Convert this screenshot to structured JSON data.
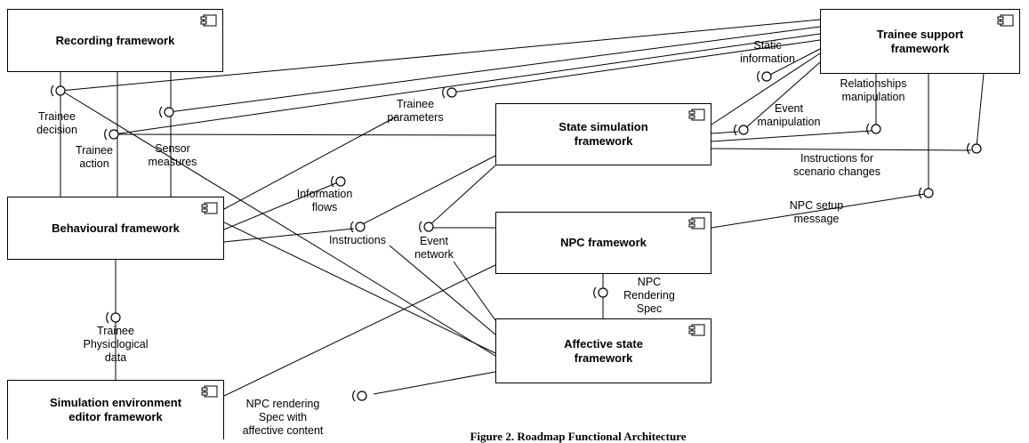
{
  "components": {
    "recording": {
      "label": "Recording framework"
    },
    "trainee_support": {
      "label_line1": "Trainee support",
      "label_line2": "framework"
    },
    "state_simulation": {
      "label_line1": "State simulation",
      "label_line2": "framework"
    },
    "behavioural": {
      "label": "Behavioural framework"
    },
    "npc": {
      "label": "NPC framework"
    },
    "affective": {
      "label_line1": "Affective state",
      "label_line2": "framework"
    },
    "simulation_env": {
      "label_line1": "Simulation environment",
      "label_line2": "editor framework"
    }
  },
  "interfaces": {
    "trainee_decision": [
      "Trainee",
      "decision"
    ],
    "trainee_action": [
      "Trainee",
      "action"
    ],
    "sensor_measures": [
      "Sensor",
      "measures"
    ],
    "trainee_parameters": [
      "Trainee",
      "parameters"
    ],
    "static_information": [
      "Static",
      "information"
    ],
    "relationships_manipulation": [
      "Relationships",
      "manipulation"
    ],
    "event_manipulation": [
      "Event",
      "manipulation"
    ],
    "instructions_for": [
      "Instructions for",
      "scenario changes"
    ],
    "information_flows": [
      "Information",
      "flows"
    ],
    "instructions": [
      "Instructions"
    ],
    "event_network": [
      "Event",
      "network"
    ],
    "npc_setup_message": [
      "NPC setup",
      "message"
    ],
    "npc_rendering_spec": [
      "NPC",
      "Rendering",
      "Spec"
    ],
    "trainee_physiological_data": [
      "Trainee",
      "Physiological",
      "data"
    ],
    "npc_rendering_affective": [
      "NPC rendering",
      "Spec with",
      "affective content"
    ]
  },
  "caption": "Figure 2. Roadmap Functional Architecture"
}
